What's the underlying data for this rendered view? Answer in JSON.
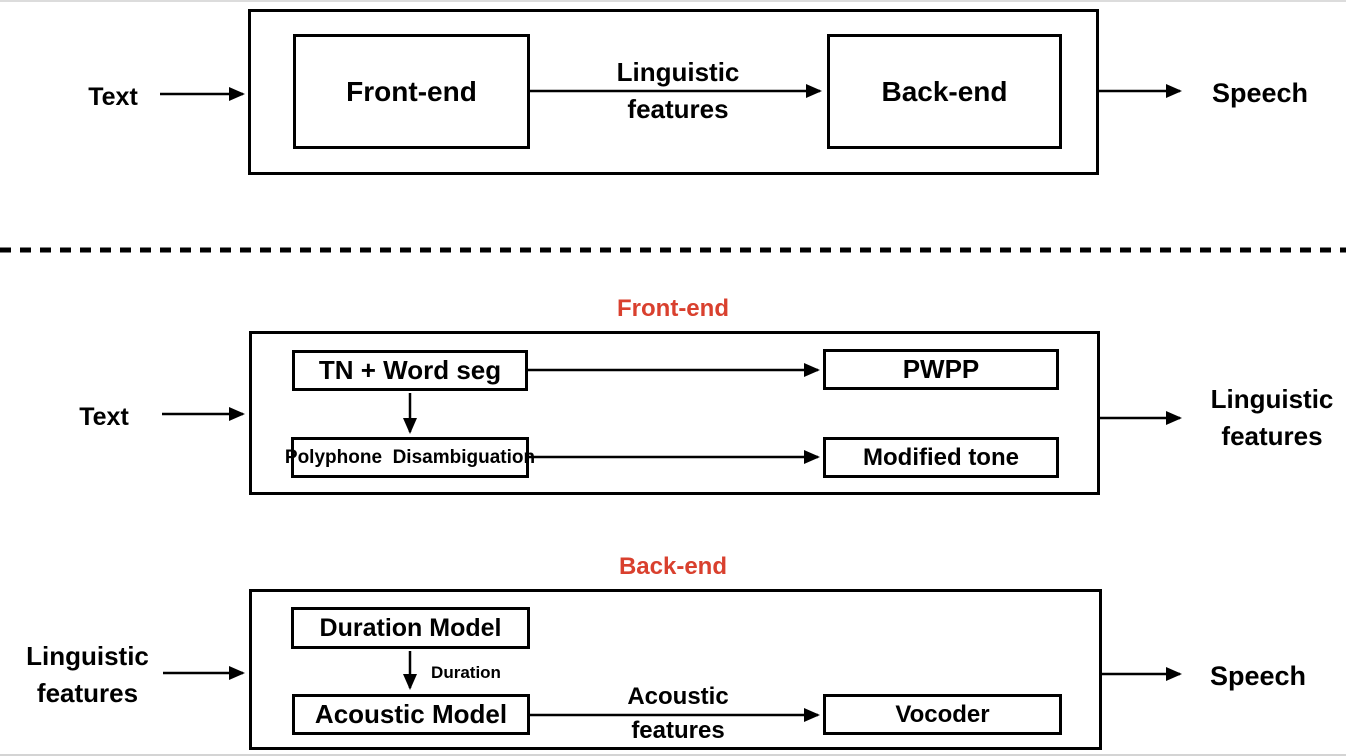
{
  "colors": {
    "accent_red": "#D9402E",
    "line_black": "#000000",
    "background": "#ffffff"
  },
  "overview": {
    "input_label": "Text",
    "frontend_box": "Front-end",
    "backend_box": "Back-end",
    "arrow_label_line1": "Linguistic",
    "arrow_label_line2": "features",
    "output_label": "Speech"
  },
  "frontend_detail": {
    "title": "Front-end",
    "input_label": "Text",
    "boxes": {
      "tn_wordseg": "TN + Word seg",
      "polyphone": "Polyphone  Disambiguation",
      "pwpp": "PWPP",
      "modified_tone": "Modified tone"
    },
    "output_label_line1": "Linguistic",
    "output_label_line2": "features"
  },
  "backend_detail": {
    "title": "Back-end",
    "input_label_line1": "Linguistic",
    "input_label_line2": "features",
    "boxes": {
      "duration_model": "Duration Model",
      "acoustic_model": "Acoustic Model",
      "vocoder": "Vocoder"
    },
    "duration_arrow_label": "Duration",
    "acoustic_arrow_label_line1": "Acoustic",
    "acoustic_arrow_label_line2": "features",
    "output_label": "Speech"
  }
}
